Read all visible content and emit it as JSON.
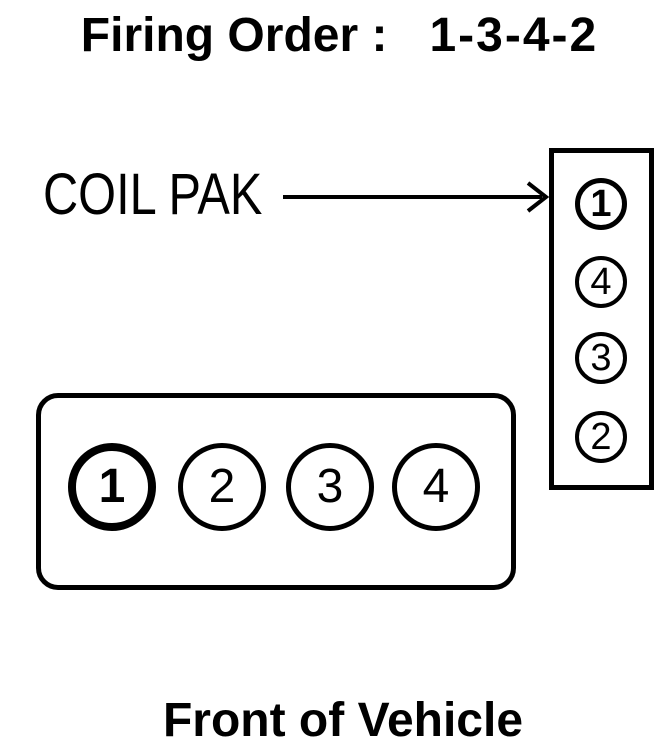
{
  "title": {
    "label": "Firing Order :",
    "sequence": "1-3-4-2"
  },
  "coil_pak": {
    "label": "COIL PAK"
  },
  "coil_pack_column": {
    "terminals": [
      "1",
      "4",
      "3",
      "2"
    ],
    "highlighted_terminal": "1"
  },
  "engine_block": {
    "cylinders": [
      "1",
      "2",
      "3",
      "4"
    ],
    "highlighted_cylinder": "1"
  },
  "footer": {
    "label": "Front of Vehicle"
  },
  "colors": {
    "ink": "#000000",
    "background": "#ffffff"
  }
}
